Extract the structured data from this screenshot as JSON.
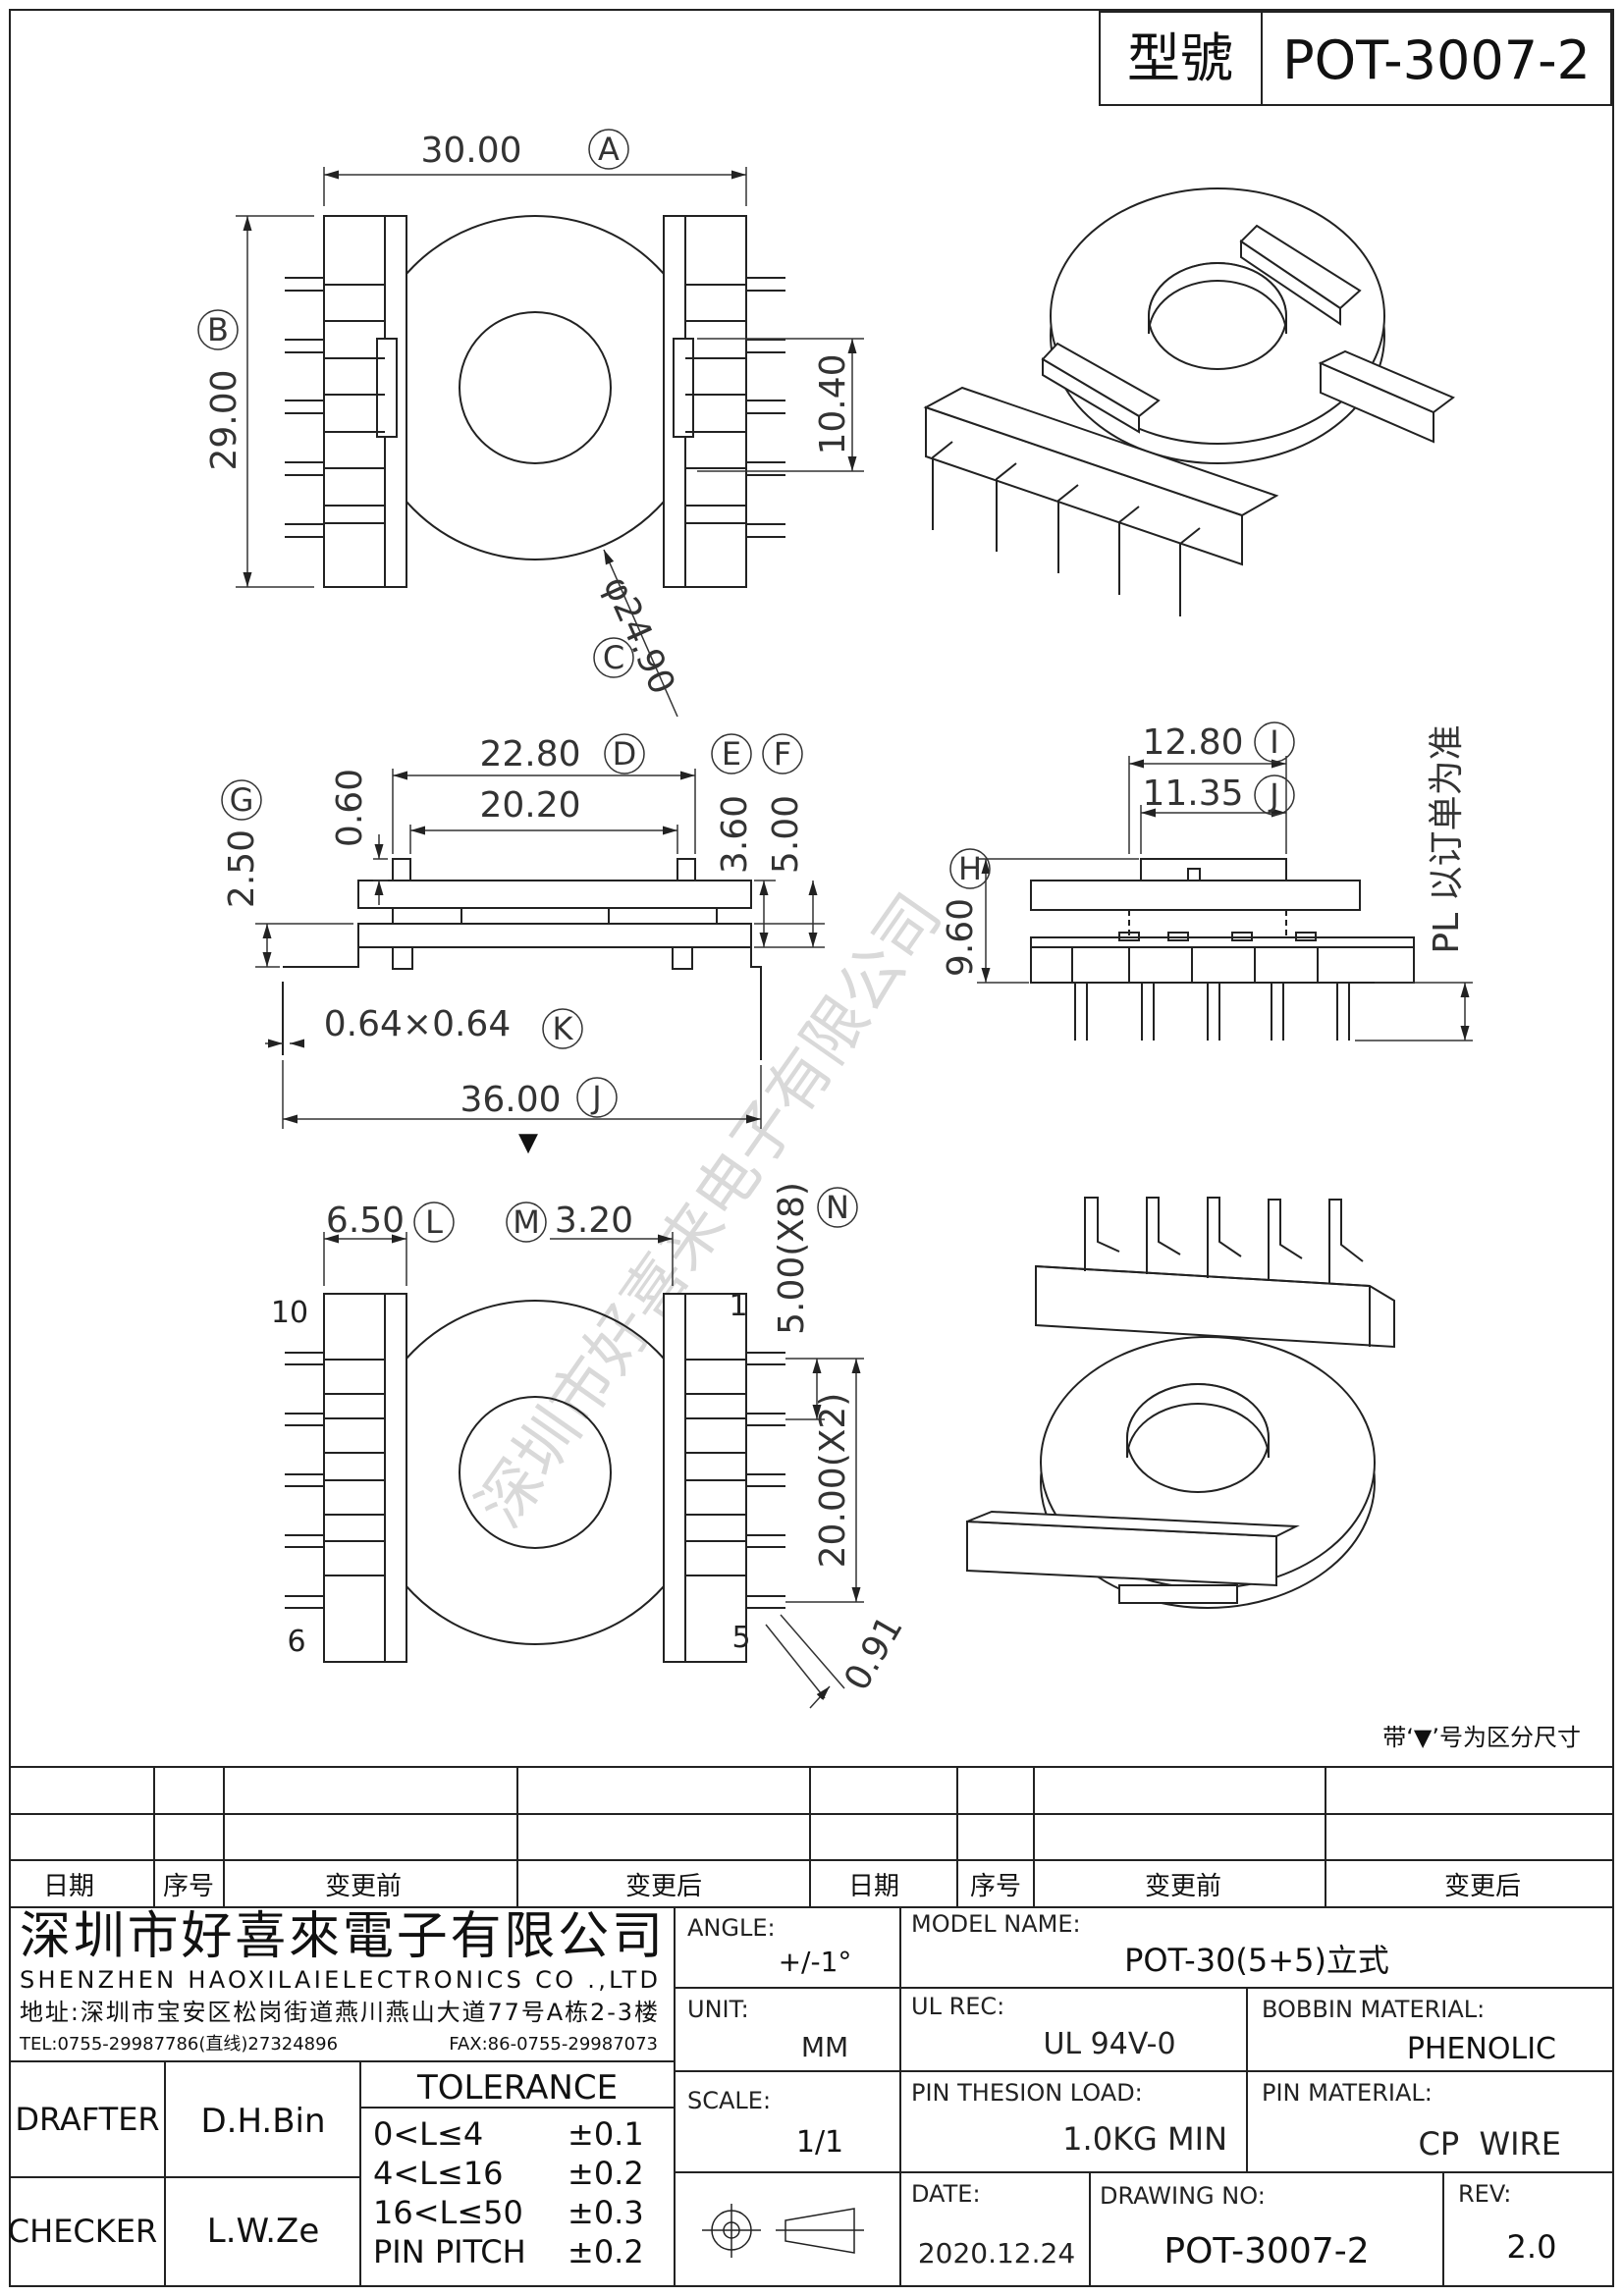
{
  "header": {
    "model_label": "型號",
    "model_value": "POT-3007-2"
  },
  "top_view": {
    "dim_a": "30.00",
    "label_a": "A",
    "dim_b": "29.00",
    "label_b": "B",
    "dim_c": "φ24.90",
    "label_c": "C",
    "dim_height": "10.40"
  },
  "side_view": {
    "dim_d": "22.80",
    "label_d": "D",
    "dim_inner": "20.20",
    "dim_e": "3.60",
    "label_e": "E",
    "dim_f": "5.00",
    "label_f": "F",
    "dim_g": "2.50",
    "label_g": "G",
    "dim_small": "0.60",
    "dim_k": "0.64×0.64",
    "label_k": "K",
    "dim_j": "36.00",
    "label_j": "J",
    "marker": "▼"
  },
  "front_view": {
    "dim_i": "12.80",
    "label_i": "I",
    "dim_j2": "11.35",
    "label_j2": "J",
    "dim_h": "9.60",
    "label_h": "H",
    "pl_note": "PL 以订单为准"
  },
  "bottom_view": {
    "dim_l": "6.50",
    "label_l": "L",
    "label_m": "M",
    "dim_m": "3.20",
    "dim_n": "5.00(X8)",
    "label_n": "N",
    "dim_pitch": "20.00(X2)",
    "dim_slot": "0.91",
    "pin_10": "10",
    "pin_1": "1",
    "pin_6": "6",
    "pin_5": "5"
  },
  "note": "带‘▼’号为区分尺寸",
  "watermark": "深圳市好喜来电子有限公司",
  "revision_table": {
    "headers": [
      "日期",
      "序号",
      "变更前",
      "变更后",
      "日期",
      "序号",
      "变更前",
      "变更后"
    ]
  },
  "company": {
    "name_cn": "深圳市好喜來電子有限公司",
    "name_en": "SHENZHEN HAOXILAIELECTRONICS CO .,LTD",
    "address": "地址:深圳市宝安区松岗街道燕川燕山大道77号A栋2-3楼",
    "tel": "TEL:0755-29987786(直线)27324896",
    "fax": "FAX:86-0755-29987073"
  },
  "title_block": {
    "angle_label": "ANGLE:",
    "angle_value": "+/-1°",
    "model_name_label": "MODEL NAME:",
    "model_name_value": "POT-30(5+5)立式",
    "unit_label": "UNIT:",
    "unit_value": "MM",
    "ul_label": "UL REC:",
    "ul_value": "UL 94V-0",
    "bobbin_label": "BOBBIN MATERIAL:",
    "bobbin_value": "PHENOLIC",
    "scale_label": "SCALE:",
    "scale_value": "1/1",
    "pin_load_label": "PIN THESION LOAD:",
    "pin_load_value": "1.0KG MIN",
    "pin_mat_label": "PIN MATERIAL:",
    "pin_mat_value": "CP  WIRE",
    "date_label": "DATE:",
    "date_value": "2020.12.24",
    "drawing_no_label": "DRAWING NO:",
    "drawing_no_value": "POT-3007-2",
    "rev_label": "REV:",
    "rev_value": "2.0",
    "drafter_label": "DRAFTER",
    "drafter_value": "D.H.Bin",
    "checker_label": "CHECKER",
    "checker_value": "L.W.Ze",
    "tolerance_title": "TOLERANCE",
    "tolerances": [
      {
        "range": "0<L≤4",
        "value": "±0.1"
      },
      {
        "range": "4<L≤16",
        "value": "±0.2"
      },
      {
        "range": "16<L≤50",
        "value": "±0.3"
      },
      {
        "range": "PIN PITCH",
        "value": "±0.2"
      }
    ]
  }
}
